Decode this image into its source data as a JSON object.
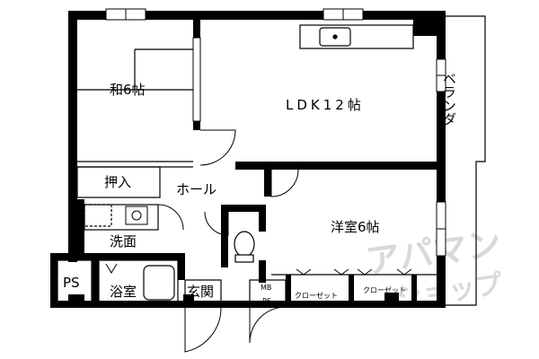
{
  "rooms": {
    "washitsu": "和6帖",
    "ldk": "LDK12帖",
    "yoshitsu": "洋室6帖",
    "oshiire": "押入",
    "hall": "ホール",
    "senmen": "洗面",
    "yokushitsu": "浴室",
    "genkan": "玄関",
    "ps": "PS",
    "mb": "MB",
    "mb_ps": "PS",
    "closet_1": "クローゼット",
    "closet_2": "クローゼット",
    "veranda": "ベランダ"
  },
  "watermark": {
    "line1": "アパマン",
    "line2": "ショップ"
  }
}
